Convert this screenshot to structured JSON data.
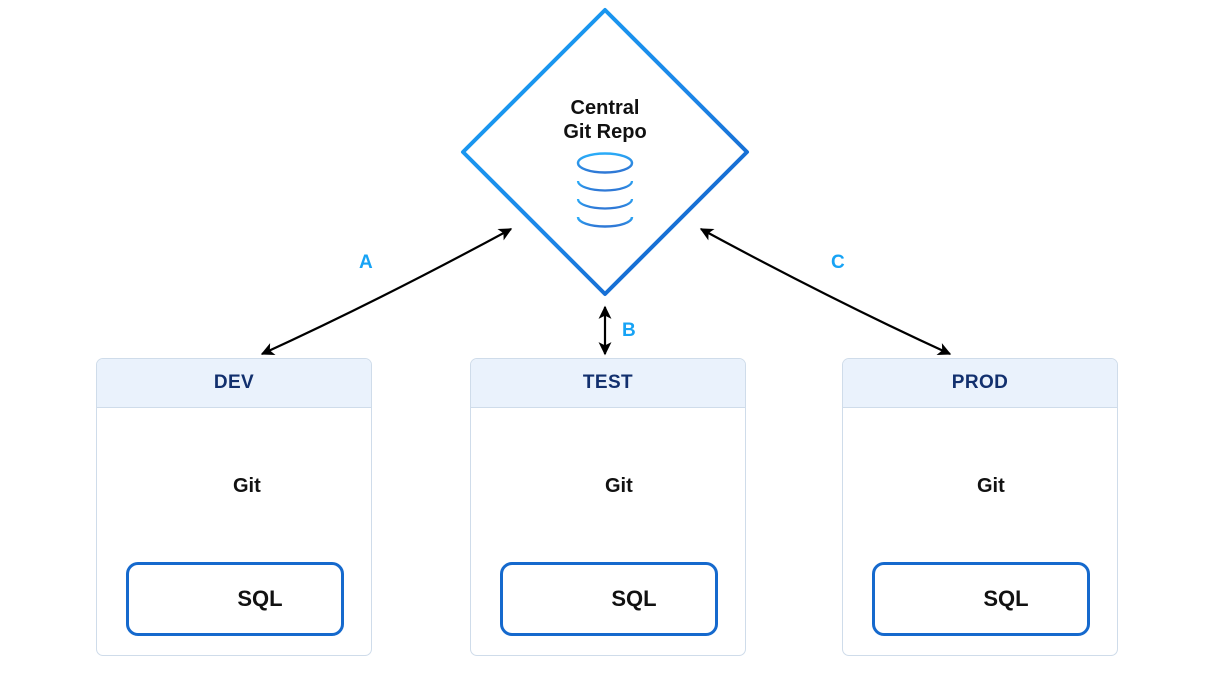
{
  "diagram": {
    "type": "architecture-flow",
    "background": "#ffffff",
    "central_node": {
      "name": "central-git-repo",
      "shape": "diamond",
      "title_line1": "Central",
      "title_line2": "Git Repo",
      "title": "Central\nGit Repo",
      "icon": "database-cylinder-icon",
      "stroke_from": "#17a3f5",
      "stroke_to": "#1260c4"
    },
    "flows": [
      {
        "name": "flow-a",
        "label": "A",
        "from": "DEV",
        "to": "Central Git Repo",
        "style": "curved-double-arrow",
        "color": "#17a3f5",
        "line_color": "#000000"
      },
      {
        "name": "flow-b",
        "label": "B",
        "from": "TEST",
        "to": "Central Git Repo",
        "style": "straight-double-arrow",
        "color": "#17a3f5",
        "line_color": "#000000"
      },
      {
        "name": "flow-c",
        "label": "C",
        "from": "PROD",
        "to": "Central Git Repo",
        "style": "curved-double-arrow",
        "color": "#17a3f5",
        "line_color": "#000000"
      }
    ],
    "environments": [
      {
        "name": "dev",
        "title": "DEV",
        "git": {
          "label": "Git",
          "icon": "database-cylinder-icon",
          "shape": "diamond"
        },
        "sql": {
          "label": "SQL",
          "icon": "sql-file-icon",
          "icon_text": "SQL"
        }
      },
      {
        "name": "test",
        "title": "TEST",
        "git": {
          "label": "Git",
          "icon": "database-cylinder-icon",
          "shape": "diamond"
        },
        "sql": {
          "label": "SQL",
          "icon": "sql-file-icon",
          "icon_text": "SQL"
        }
      },
      {
        "name": "prod",
        "title": "PROD",
        "git": {
          "label": "Git",
          "icon": "database-cylinder-icon",
          "shape": "diamond"
        },
        "sql": {
          "label": "SQL",
          "icon": "sql-file-icon",
          "icon_text": "SQL"
        }
      }
    ],
    "colors": {
      "accent_light": "#17a3f5",
      "accent_dark": "#1260c4",
      "panel_header_bg": "#eaf2fc",
      "panel_border": "#cfdcea",
      "header_text": "#12306e",
      "body_text": "#111111",
      "sql_border": "#1569cd"
    }
  }
}
